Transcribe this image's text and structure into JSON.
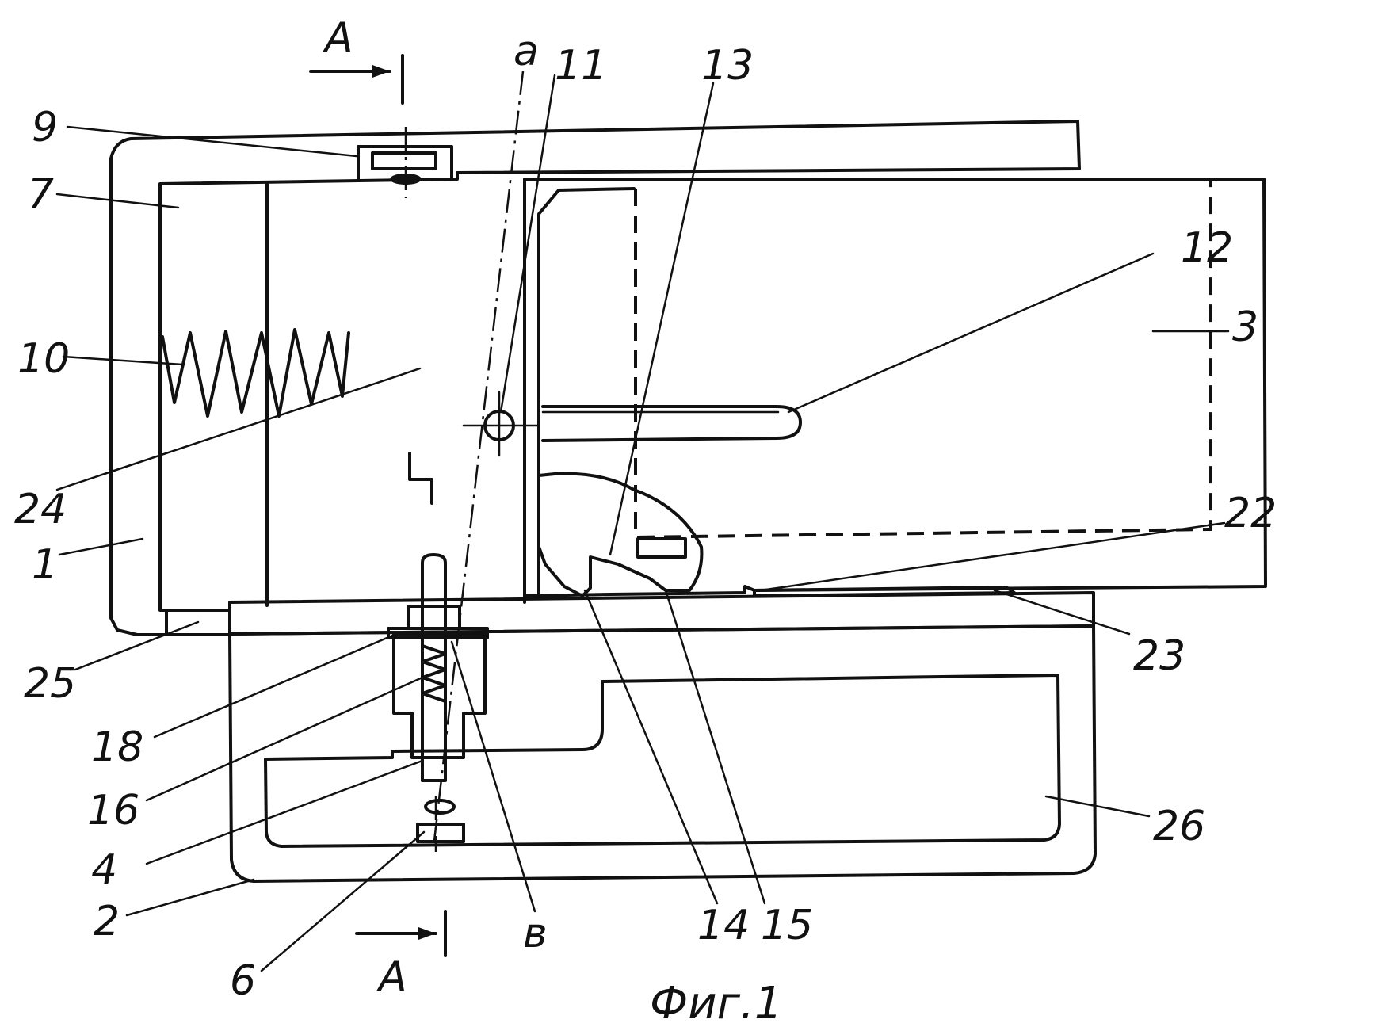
{
  "figure": {
    "caption": "Фиг.1",
    "section_label": "А",
    "labels": {
      "l1": "1",
      "l2": "2",
      "l3": "3",
      "l4": "4",
      "l6": "6",
      "l7": "7",
      "l9": "9",
      "l10": "10",
      "l11": "11",
      "l12": "12",
      "l13": "13",
      "l14": "14",
      "l15": "15",
      "l16": "16",
      "l18": "18",
      "l22": "22",
      "l23": "23",
      "l24": "24",
      "l25": "25",
      "l26": "26",
      "la": "a",
      "lv": "в"
    }
  },
  "colors": {
    "line": "#111111",
    "background": "#ffffff"
  },
  "icons": {
    "section_arrow": "section-arrow-icon"
  }
}
